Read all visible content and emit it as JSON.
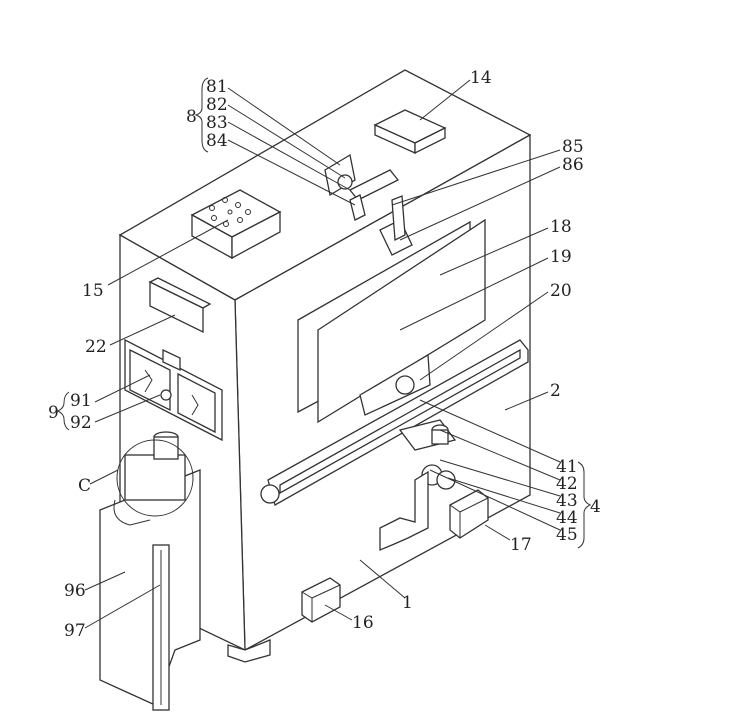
{
  "labels": {
    "l81": "81",
    "l82": "82",
    "l83": "83",
    "l84": "84",
    "l8": "8",
    "l14": "14",
    "l85": "85",
    "l86": "86",
    "l18": "18",
    "l19": "19",
    "l20": "20",
    "l15": "15",
    "l22": "22",
    "l2": "2",
    "l9": "9",
    "l91": "91",
    "l92": "92",
    "lC": "C",
    "l41": "41",
    "l42": "42",
    "l43": "43",
    "l44": "44",
    "l45": "45",
    "l4": "4",
    "l17": "17",
    "l96": "96",
    "l97": "97",
    "l1": "1",
    "l16": "16"
  }
}
